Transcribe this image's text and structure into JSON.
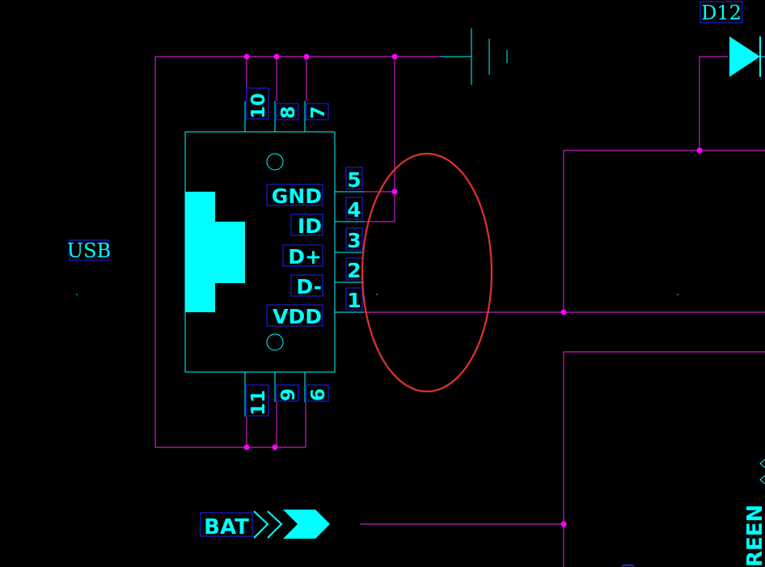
{
  "colors": {
    "background": "#000000",
    "wire": "#c020c0",
    "junction": "#ff00ff",
    "component": "#00ffff",
    "label_box": "#2020ff",
    "highlight": "#e03030"
  },
  "designators": {
    "connector": "USB",
    "diode": "D12"
  },
  "connector_pins_right": [
    {
      "number": "5",
      "name": "GND"
    },
    {
      "number": "4",
      "name": "ID"
    },
    {
      "number": "3",
      "name": "D+"
    },
    {
      "number": "2",
      "name": "D-"
    },
    {
      "number": "1",
      "name": "VDD"
    }
  ],
  "connector_pins_top": [
    "10",
    "8",
    "7"
  ],
  "connector_pins_bottom": [
    "11",
    "9",
    "6"
  ],
  "net_ports": {
    "battery": "BAT"
  },
  "partial_labels": {
    "right_edge": "REEN"
  },
  "icons": {
    "usb_plug": "usb-receptacle-icon",
    "diode": "diode-icon",
    "ground": "ground-symbol-icon",
    "port": "net-port-arrow-icon"
  }
}
